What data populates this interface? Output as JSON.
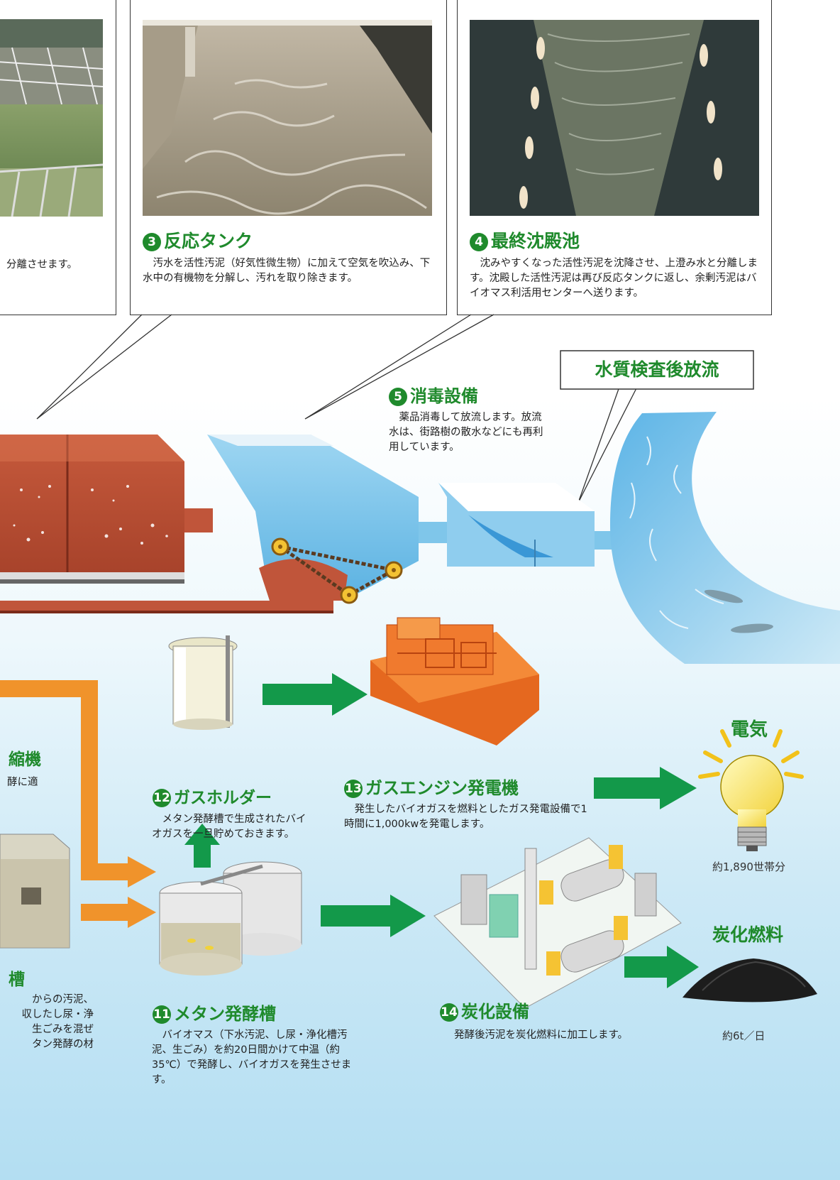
{
  "cards": {
    "card2": {
      "desc_fragment": "分離させます。"
    },
    "card3": {
      "number": "3",
      "title": "反応タンク",
      "desc": "　汚水を活性汚泥（好気性微生物）に加えて空気を吹込み、下水中の有機物を分解し、汚れを取り除きます。"
    },
    "card4": {
      "number": "4",
      "title": "最終沈殿池",
      "desc": "　沈みやすくなった活性汚泥を沈降させ、上澄み水と分離します。沈殿した活性汚泥は再び反応タンクに返し、余剰汚泥はバイオマス利活用センターへ送ります。"
    }
  },
  "discharge_box": {
    "label": "水質検査後放流"
  },
  "disinfection": {
    "number": "5",
    "title": "消毒設備",
    "desc": "　薬品消毒して放流します。放流水は、街路樹の散水などにも再利用しています。"
  },
  "left_fragments": {
    "thickener_title": "縮機",
    "thickener_desc": "酵に適",
    "tank_title": "槽",
    "tank_desc_lines": [
      "からの汚泥、",
      "収したし尿・浄",
      "生ごみを混ぜ",
      "タン発酵の材"
    ]
  },
  "gas_holder": {
    "number": "12",
    "title": "ガスホルダー",
    "desc": "　メタン発酵槽で生成されたバイオガスを一旦貯めておきます。"
  },
  "gas_engine": {
    "number": "13",
    "title": "ガスエンジン発電機",
    "desc": "　発生したバイオガスを燃料としたガス発電設備で1時間に1,000kwを発電します。"
  },
  "electricity": {
    "label": "電気",
    "note": "約1,890世帯分"
  },
  "methane_tank": {
    "number": "11",
    "title": "メタン発酵槽",
    "desc": "　バイオマス（下水汚泥、し尿・浄化槽汚泥、生ごみ）を約20日間かけて中温（約35℃）で発酵し、バイオガスを発生させます。"
  },
  "carbonization": {
    "number": "14",
    "title": "炭化設備",
    "desc": "発酵後汚泥を炭化燃料に加工します。"
  },
  "fuel": {
    "label": "炭化燃料",
    "note": "約6t／日"
  },
  "colors": {
    "green_arrow": "#13994a",
    "orange_pipe": "#f0932b",
    "title_green": "#1f8a2c",
    "water_blue": "#7fc6ea",
    "sludge_brown": "#c0553a"
  }
}
